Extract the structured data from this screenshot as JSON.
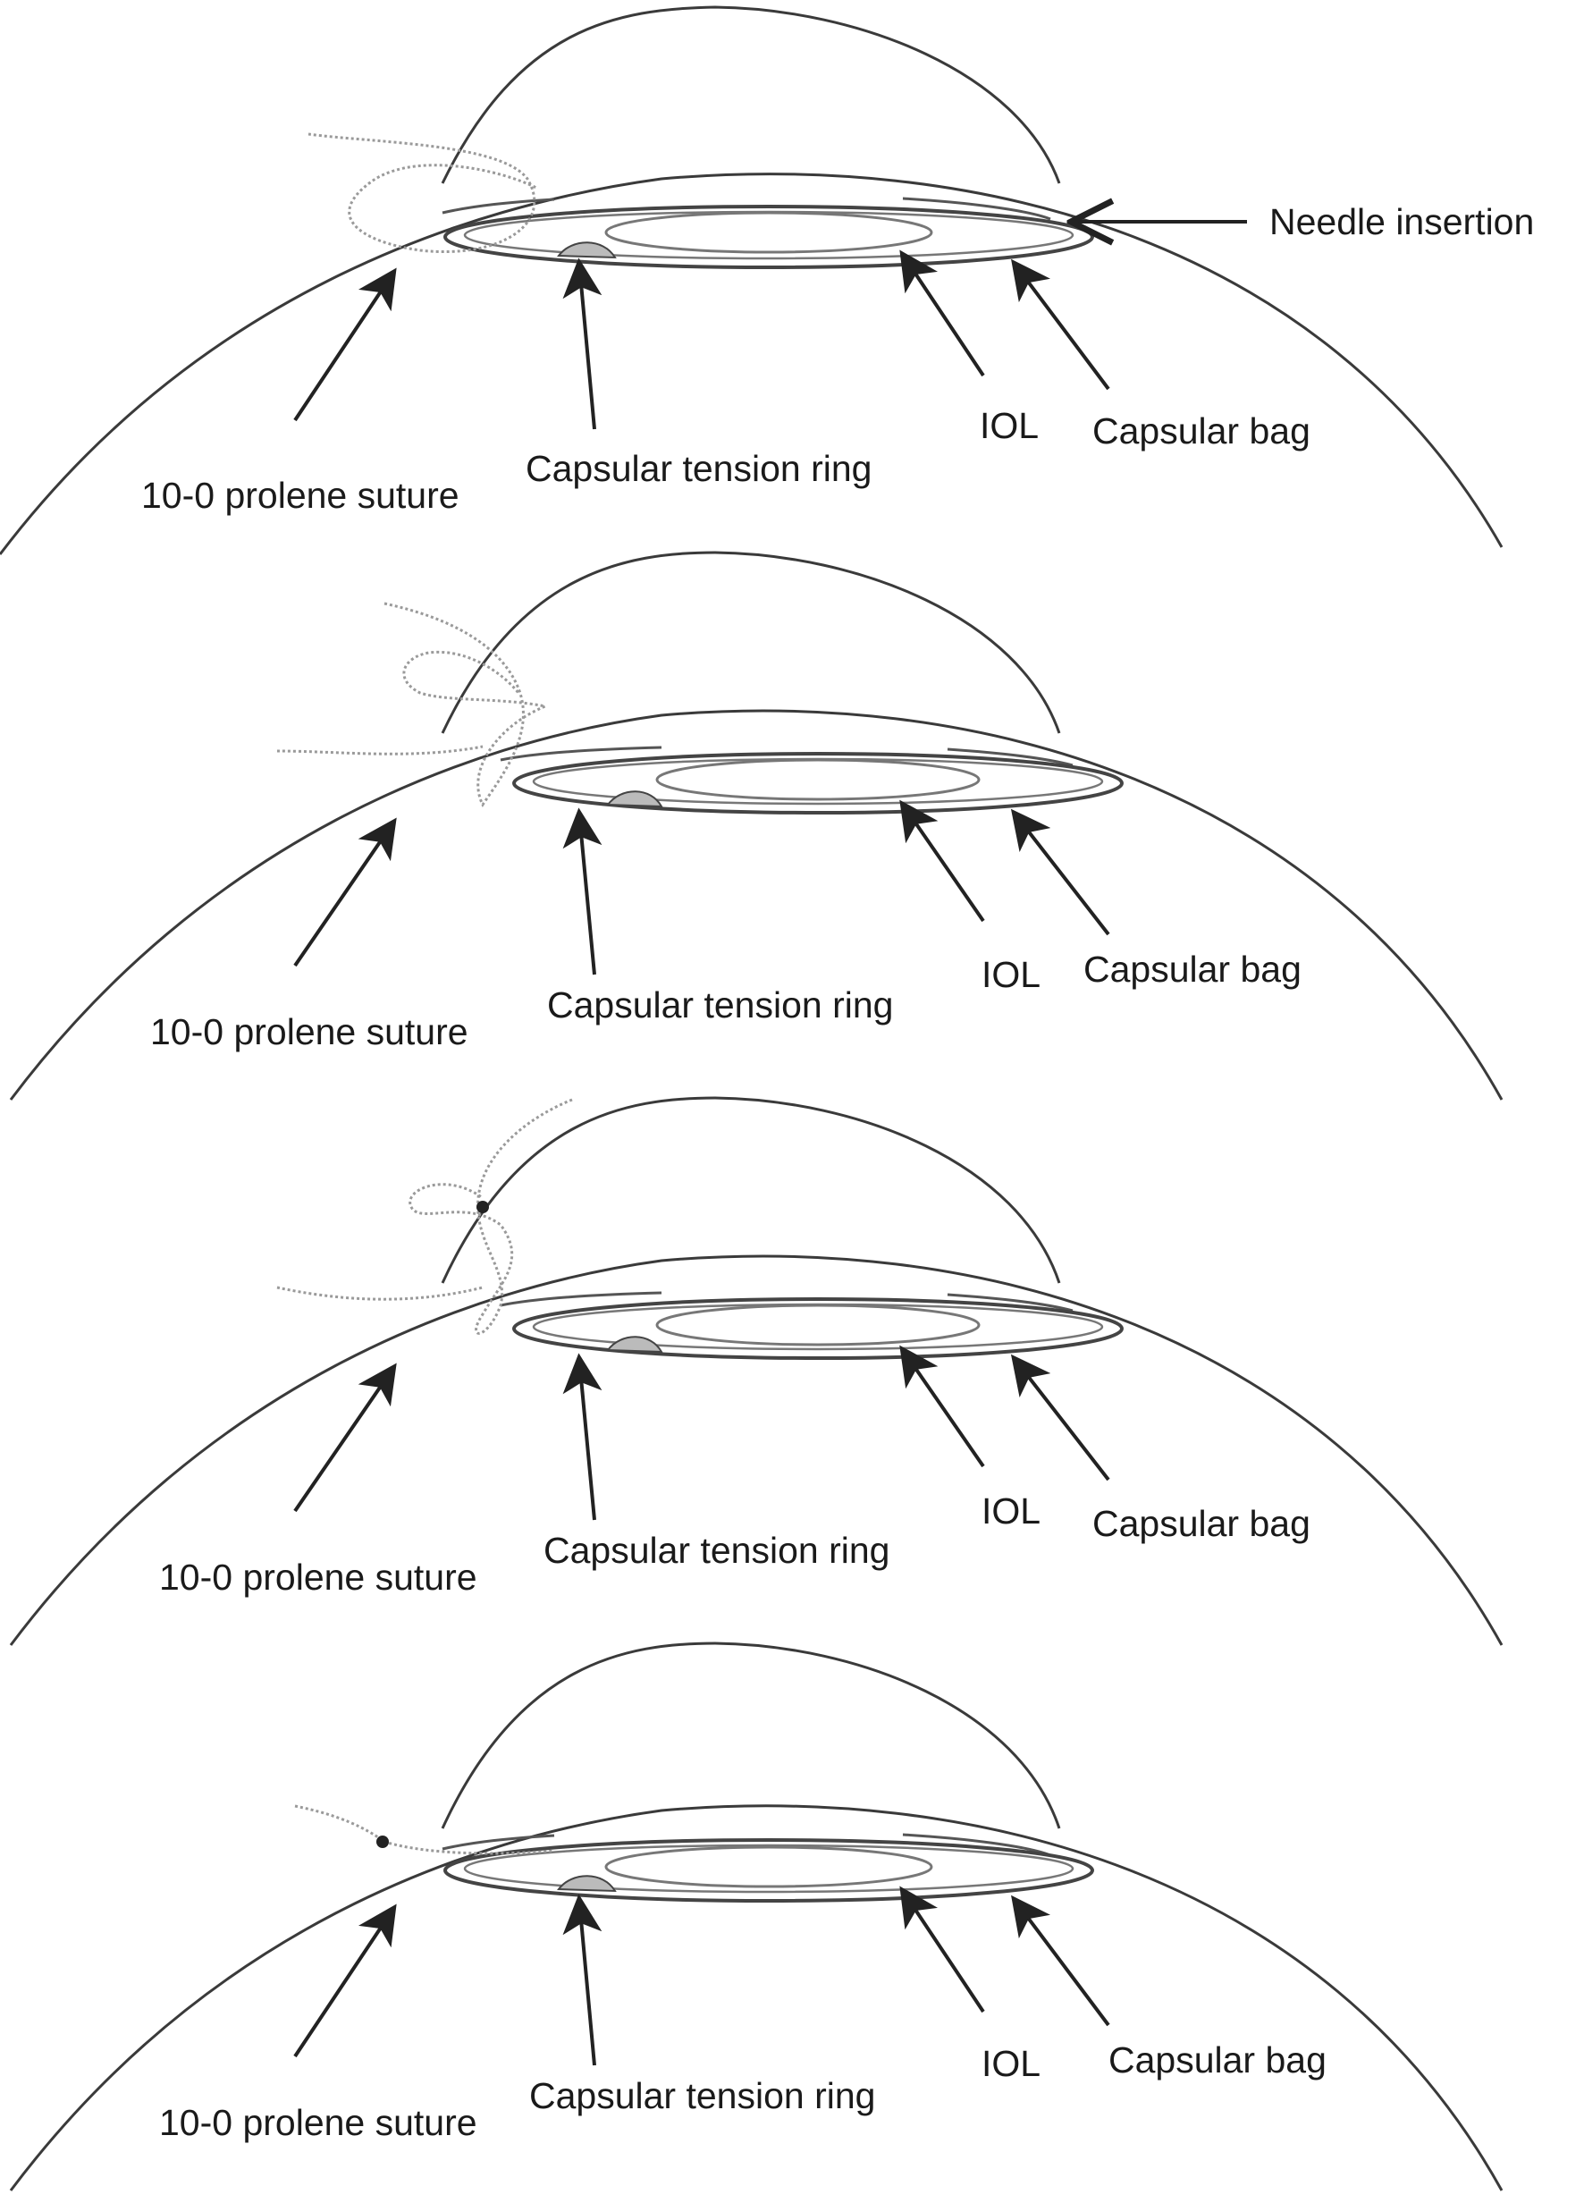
{
  "panels": [
    {
      "labels": {
        "suture": "10-0 prolene suture",
        "ctr": "Capsular tension ring",
        "iol": "IOL",
        "bag": "Capsular bag",
        "needle": "Needle  insertion"
      }
    },
    {
      "labels": {
        "suture": "10-0 prolene suture",
        "ctr": "Capsular tension ring",
        "iol": "IOL",
        "bag": "Capsular bag"
      }
    },
    {
      "labels": {
        "suture": "10-0 prolene suture",
        "ctr": "Capsular tension ring",
        "iol": "IOL",
        "bag": "Capsular bag"
      }
    },
    {
      "labels": {
        "suture": "10-0 prolene suture",
        "ctr": "Capsular tension ring",
        "iol": "IOL",
        "bag": "Capsular bag"
      }
    }
  ],
  "colors": {
    "outline": "#3a3a3a",
    "suture": "#9a9a9a",
    "text": "#1a1a1a"
  }
}
